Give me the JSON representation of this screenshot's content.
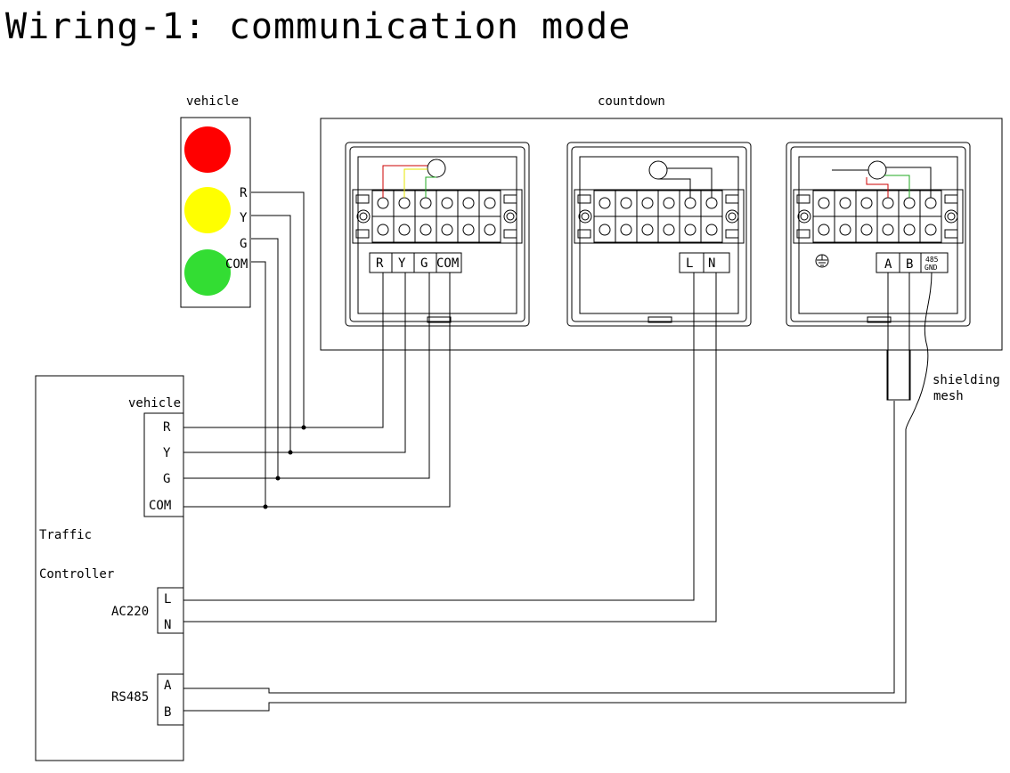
{
  "title": "Wiring-1: communication mode",
  "signal_head": {
    "label": "vehicle",
    "lamp_colors": [
      "#ff0000",
      "#ffff00",
      "#33dd33"
    ],
    "terminals": [
      "R",
      "Y",
      "G",
      "COM"
    ]
  },
  "countdown": {
    "label": "countdown",
    "module_left_terminals": [
      "R",
      "Y",
      "G",
      "COM"
    ],
    "module_middle_terminals": [
      "L",
      "N"
    ],
    "module_right_terminals": [
      "A",
      "B"
    ],
    "module_right_gnd_line1": "485",
    "module_right_gnd_line2": "GND",
    "ground_icon": "earth-ground-icon",
    "wire_colors": [
      "#cc0000",
      "#e6e600",
      "#22aa22"
    ]
  },
  "controller": {
    "label_line1": "Traffic",
    "label_line2": "Controller",
    "vehicle_label": "vehicle",
    "vehicle_terminals": [
      "R",
      "Y",
      "G",
      "COM"
    ],
    "ac_label": "AC220",
    "ac_terminals": [
      "L",
      "N"
    ],
    "rs485_label": "RS485",
    "rs485_terminals": [
      "A",
      "B"
    ]
  },
  "shielding": {
    "line1": "shielding",
    "line2": "mesh"
  }
}
